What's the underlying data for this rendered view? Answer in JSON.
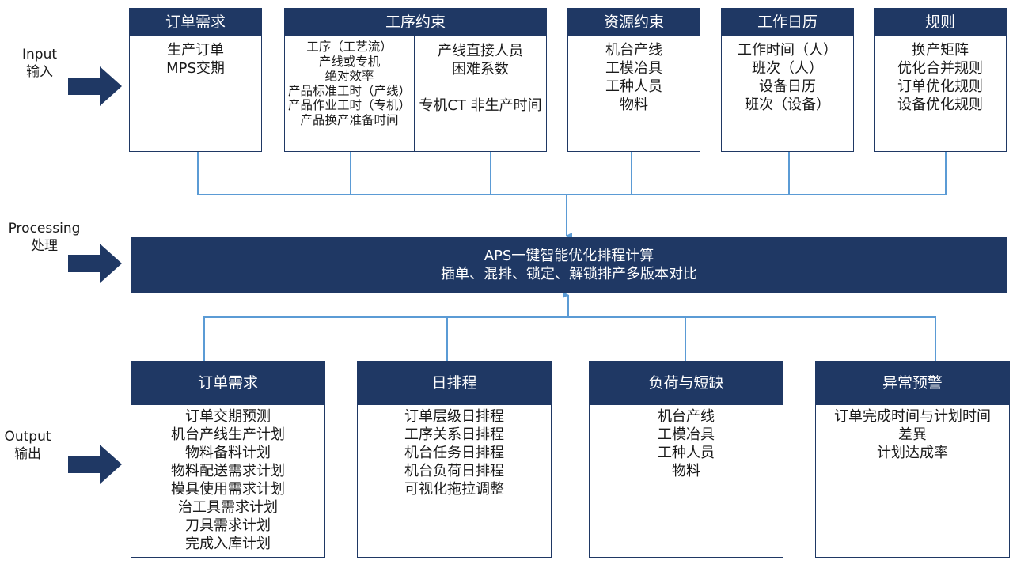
{
  "side": {
    "input": [
      "Input",
      "输入"
    ],
    "processing": [
      "Processing",
      "处理"
    ],
    "output": [
      "Output",
      "输出"
    ]
  },
  "top_boxes": [
    {
      "title": "订单需求",
      "items": [
        "生产订单",
        "MPS交期"
      ]
    },
    {
      "title": "工序约束",
      "left_items": [
        "工序（工艺流）",
        "产线或专机",
        "绝对效率",
        "产品标准工时（产线）",
        "产品作业工时（专机）",
        "产品换产准备时间"
      ],
      "right_items": [
        "产线直接人员",
        "困难系数",
        "",
        "专机CT 非生产时间"
      ]
    },
    {
      "title": "资源约束",
      "items": [
        "机台产线",
        "工模冶具",
        "工种人员",
        "物料"
      ]
    },
    {
      "title": "工作日历",
      "items": [
        "工作时间（人）",
        "班次（人）",
        "设备日历",
        "班次（设备）"
      ]
    },
    {
      "title": "规则",
      "items": [
        "换产矩阵",
        "优化合并规则",
        "订单优化规则",
        "设备优化规则"
      ]
    }
  ],
  "processing": {
    "line1": "APS一键智能优化排程计算",
    "line2": "插单、混排、锁定、解锁排产多版本对比"
  },
  "bottom_boxes": [
    {
      "title": "订单需求",
      "items": [
        "订单交期预测",
        "机台产线生产计划",
        "物料备料计划",
        "物料配送需求计划",
        "模具使用需求计划",
        "治工具需求计划",
        "刀具需求计划",
        "完成入库计划"
      ]
    },
    {
      "title": "日排程",
      "items": [
        "订单层级日排程",
        "工序关系日排程",
        "机台任务日排程",
        "机台负荷日排程",
        "可视化拖拉调整"
      ]
    },
    {
      "title": "负荷与短缺",
      "items": [
        "机台产线",
        "工模冶具",
        "工种人员",
        "物料"
      ]
    },
    {
      "title": "异常预警",
      "items": [
        "订单完成时间与计划时间",
        "差異",
        "计划达成率"
      ]
    }
  ],
  "colors": {
    "navy": "#1f3864",
    "connector": "#5b9bd5"
  }
}
